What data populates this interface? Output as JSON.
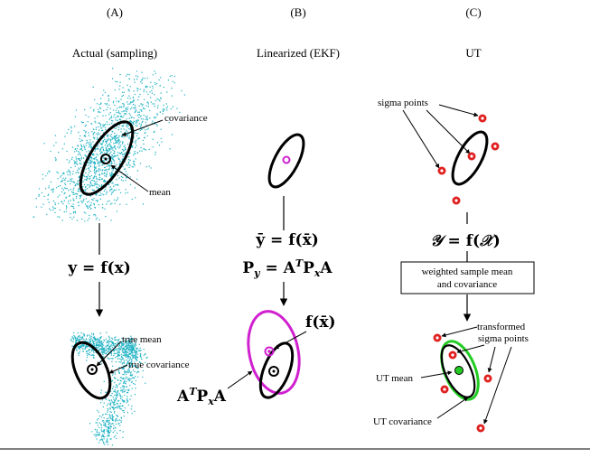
{
  "panels": {
    "a": {
      "letter": "(A)",
      "title": "Actual (sampling)",
      "covariance": "covariance",
      "mean": "mean",
      "eq_lhs": "y",
      "eq_f": "f",
      "eq_arg": "x",
      "true_mean": "true mean",
      "true_cov": "true covariance"
    },
    "b": {
      "letter": "(B)",
      "title": "Linearized (EKF)",
      "eq1_lhs": "ȳ",
      "eq1_f": "f",
      "eq1_arg": "x̄",
      "eq2_lhs": "P",
      "eq2_sub": "y",
      "eq2_a": "A",
      "eq2_t": "T",
      "eq2_p": "P",
      "eq2_psub": "x",
      "eq2_a2": "A",
      "fx_label": "f(x̄)",
      "apa_a": "A",
      "apa_t": "T",
      "apa_p": "P",
      "apa_sub": "x",
      "apa_a2": "A"
    },
    "c": {
      "letter": "(C)",
      "title": "UT",
      "sigma": "sigma points",
      "eq_lhs": "𝒴",
      "eq_f": "f",
      "eq_arg": "𝒳",
      "box_line1": "weighted sample mean",
      "box_line2": "and covariance",
      "transformed1": "transformed",
      "transformed2": "sigma points",
      "ut_mean": "UT mean",
      "ut_cov": "UT covariance"
    }
  },
  "colors": {
    "samples": "#22b3c4",
    "ekf": "#d020d0",
    "sigma": "#e02020",
    "ut": "#22cc22",
    "ink": "#000000"
  },
  "icons": [
    "point-cloud",
    "ellipse",
    "arrow",
    "sigma-point-marker"
  ]
}
